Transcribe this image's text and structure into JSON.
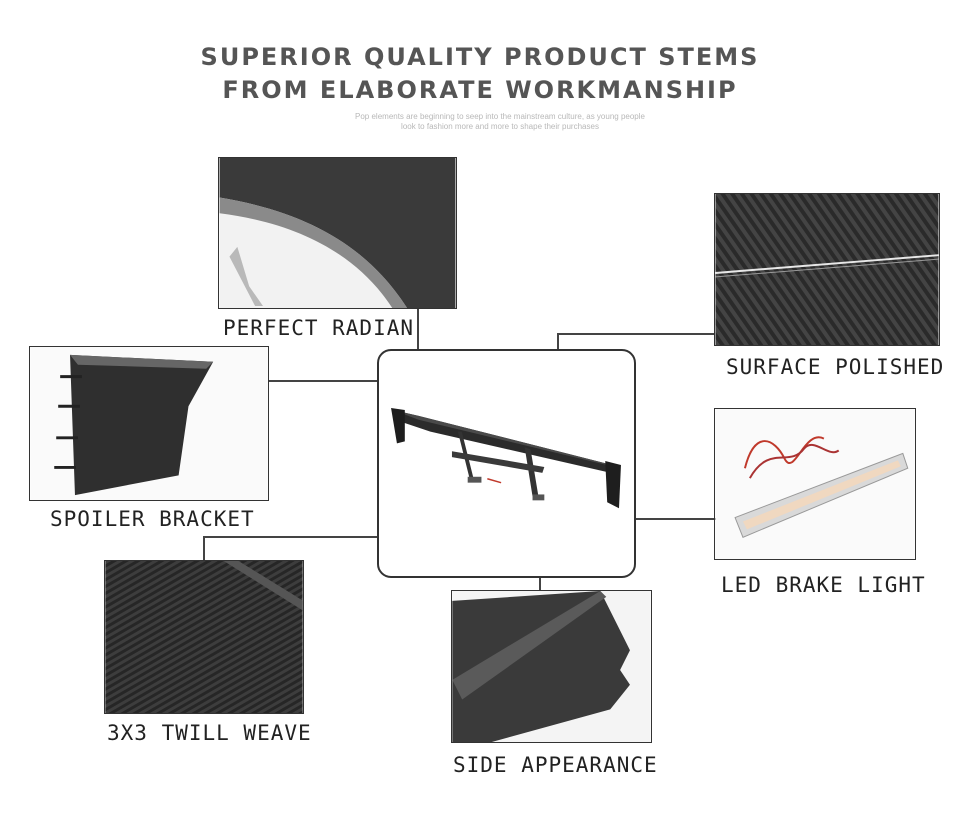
{
  "header": {
    "title_line1": "SUPERIOR QUALITY PRODUCT STEMS",
    "title_line2": "FROM ELABORATE WORKMANSHIP",
    "subtitle_line1": "Pop elements are beginning to seep into the mainstream culture, as young people",
    "subtitle_line2": "look to fashion more and more to shape their purchases"
  },
  "features": [
    {
      "label": "PERFECT RADIAN",
      "icon": "curved-carbon-photo"
    },
    {
      "label": "SURFACE POLISHED",
      "icon": "carbon-weave-photo"
    },
    {
      "label": "SPOILER BRACKET",
      "icon": "bracket-photo"
    },
    {
      "label": "LED BRAKE LIGHT",
      "icon": "led-bar-photo"
    },
    {
      "label": "3X3 TWILL WEAVE",
      "icon": "twill-weave-photo"
    },
    {
      "label": "SIDE APPEARANCE",
      "icon": "side-endplate-photo"
    }
  ],
  "center": {
    "icon": "carbon-spoiler-photo"
  },
  "colors": {
    "heading": "#555555",
    "line": "#444444",
    "carbon": "#2b2b2b"
  }
}
